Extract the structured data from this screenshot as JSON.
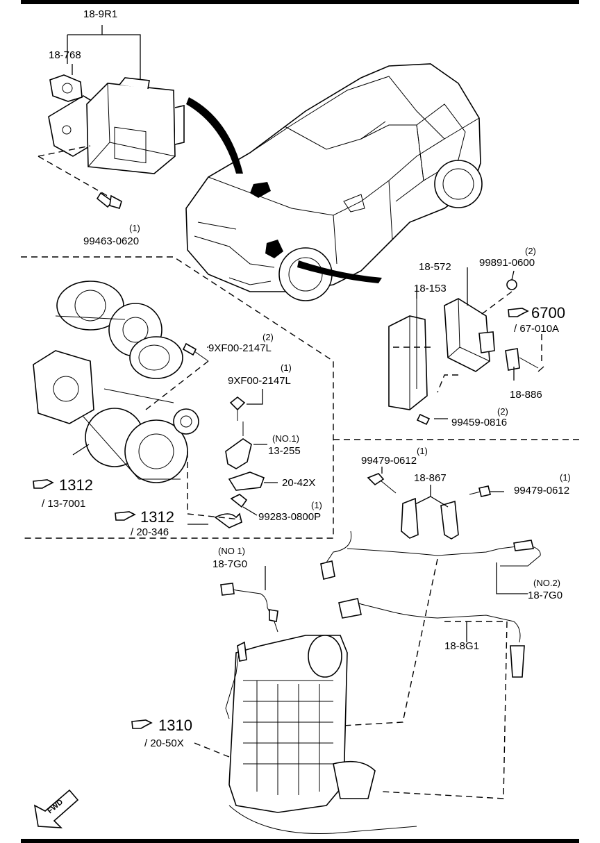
{
  "labels": {
    "module_assembly": "18-9R1",
    "grommet": "18-768",
    "module_bolt_qty": "(1)",
    "module_bolt": "99463-0620",
    "bracket_nut_qty": "(2)",
    "bracket_nut": "99891-0600",
    "control_unit": "18-572",
    "bracket": "18-153",
    "connector": "18-886",
    "bracket_bolt_qty": "(2)",
    "bracket_bolt": "99459-0816",
    "turbo_bolt_a_qty": "(2)",
    "turbo_bolt_a": "9XF00-2147L",
    "turbo_bolt_b_qty": "(1)",
    "turbo_bolt_b": "9XF00-2147L",
    "sensor_no1_tag": "(NO.1)",
    "pressure_sensor": "13-255",
    "sensor_bracket": "20-42X",
    "hose_clamp_qty": "(1)",
    "hose_clamp": "99283-0800P",
    "clip_bolt_left_qty": "(1)",
    "clip_bolt_left": "99479-0612",
    "clip_bolt_right_qty": "(1)",
    "clip_bolt_right": "99479-0612",
    "clip": "18-867",
    "o2_no1_tag": "(NO 1)",
    "o2_sensor_1": "18-7G0",
    "o2_no2_tag": "(NO.2)",
    "o2_sensor_2": "18-7G0",
    "o2_sensor_3": "18-8G1",
    "fwd": "FWD"
  },
  "references": [
    {
      "number": "6700",
      "sub": "/ 67-010A"
    },
    {
      "number": "1312",
      "sub": "/ 13-7001"
    },
    {
      "number": "1312",
      "sub": "/ 20-346"
    },
    {
      "number": "1310",
      "sub": "/ 20-50X"
    }
  ],
  "icons": {
    "reference": "pointing-hand-icon",
    "direction": "fwd-arrow-icon"
  }
}
